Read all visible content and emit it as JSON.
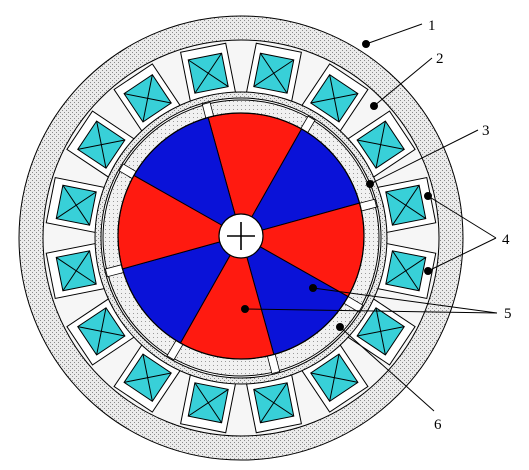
{
  "colors": {
    "background": "#ffffff",
    "outline": "#000000",
    "stator_hatch_bg": "#ebebeb",
    "stator_hatch_dot": "#8a8a8a",
    "stator_inner_bg": "#f4f4f4",
    "rotor_sleeve_bg": "#e6e6e6",
    "coil_fill": "#38d0d8",
    "magnet_red": "#ff1a10",
    "magnet_blue": "#0a12d8",
    "shaft_fill": "#ffffff"
  },
  "icons": {
    "shaft": "plus-icon",
    "coil": "boxed-x-icon"
  },
  "callouts": [
    {
      "id": "1",
      "label": "1"
    },
    {
      "id": "2",
      "label": "2"
    },
    {
      "id": "3",
      "label": "3"
    },
    {
      "id": "4",
      "label": "4"
    },
    {
      "id": "5",
      "label": "5"
    },
    {
      "id": "6",
      "label": "6"
    }
  ],
  "structure": {
    "stator_slot_count": 16,
    "magnet_pole_count": 8,
    "spacer_count": 8
  }
}
